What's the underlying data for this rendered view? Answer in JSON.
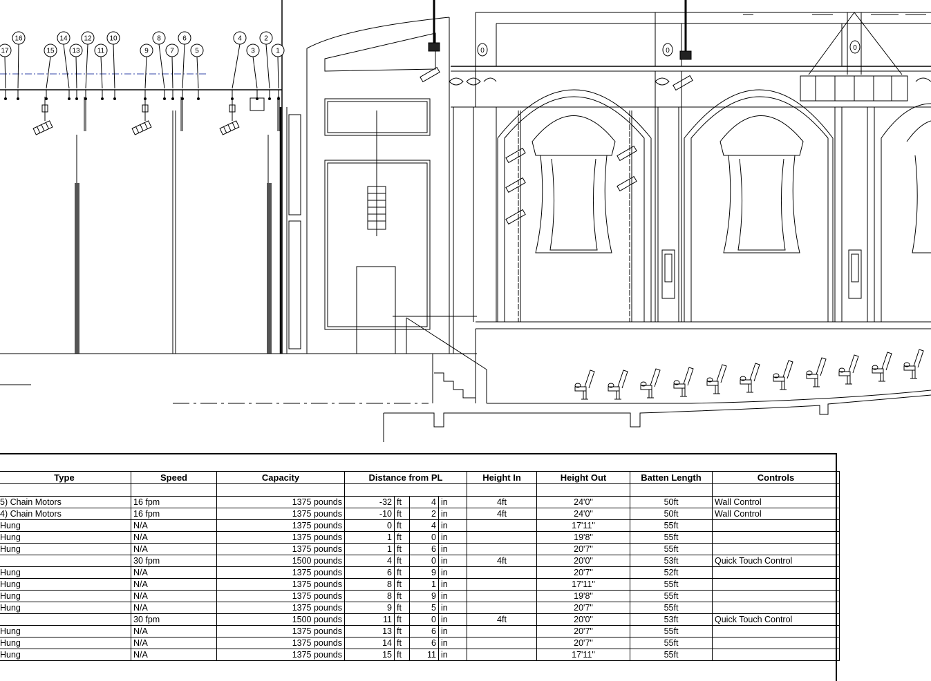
{
  "drawing": {
    "line_set_numbers": [
      "17",
      "16",
      "15",
      "14",
      "13",
      "12",
      "11",
      "10",
      "9",
      "8",
      "7",
      "6",
      "5",
      "4",
      "3",
      "2",
      "1"
    ],
    "ceiling_marks": [
      "0",
      "0",
      "0"
    ]
  },
  "schedule": {
    "columns": [
      "Type",
      "Speed",
      "Capacity",
      "Distance from PL",
      "Height In",
      "Height Out",
      "Batten Length",
      "Controls"
    ],
    "rows": [
      {
        "type": "5) Chain Motors",
        "speed": "16 fpm",
        "capacity": "1375 pounds",
        "ft_val": "-32",
        "ft_unit": "ft",
        "in_val": "4",
        "in_unit": "in",
        "height_in": "4ft",
        "height_out": "24'0\"",
        "batten": "50ft",
        "controls": "Wall Control"
      },
      {
        "type": "4) Chain Motors",
        "speed": "16 fpm",
        "capacity": "1375 pounds",
        "ft_val": "-10",
        "ft_unit": "ft",
        "in_val": "2",
        "in_unit": "in",
        "height_in": "4ft",
        "height_out": "24'0\"",
        "batten": "50ft",
        "controls": "Wall Control"
      },
      {
        "type": "Hung",
        "speed": "N/A",
        "capacity": "1375 pounds",
        "ft_val": "0",
        "ft_unit": "ft",
        "in_val": "4",
        "in_unit": "in",
        "height_in": "",
        "height_out": "17'11\"",
        "batten": "55ft",
        "controls": ""
      },
      {
        "type": "Hung",
        "speed": "N/A",
        "capacity": "1375 pounds",
        "ft_val": "1",
        "ft_unit": "ft",
        "in_val": "0",
        "in_unit": "in",
        "height_in": "",
        "height_out": "19'8\"",
        "batten": "55ft",
        "controls": ""
      },
      {
        "type": "Hung",
        "speed": "N/A",
        "capacity": "1375 pounds",
        "ft_val": "1",
        "ft_unit": "ft",
        "in_val": "6",
        "in_unit": "in",
        "height_in": "",
        "height_out": "20'7\"",
        "batten": "55ft",
        "controls": ""
      },
      {
        "type": "",
        "speed": "30 fpm",
        "capacity": "1500 pounds",
        "ft_val": "4",
        "ft_unit": "ft",
        "in_val": "0",
        "in_unit": "in",
        "height_in": "4ft",
        "height_out": "20'0\"",
        "batten": "53ft",
        "controls": "Quick Touch Control"
      },
      {
        "type": "Hung",
        "speed": "N/A",
        "capacity": "1375 pounds",
        "ft_val": "6",
        "ft_unit": "ft",
        "in_val": "9",
        "in_unit": "in",
        "height_in": "",
        "height_out": "20'7\"",
        "batten": "52ft",
        "controls": ""
      },
      {
        "type": "Hung",
        "speed": "N/A",
        "capacity": "1375 pounds",
        "ft_val": "8",
        "ft_unit": "ft",
        "in_val": "1",
        "in_unit": "in",
        "height_in": "",
        "height_out": "17'11\"",
        "batten": "55ft",
        "controls": ""
      },
      {
        "type": "Hung",
        "speed": "N/A",
        "capacity": "1375 pounds",
        "ft_val": "8",
        "ft_unit": "ft",
        "in_val": "9",
        "in_unit": "in",
        "height_in": "",
        "height_out": "19'8\"",
        "batten": "55ft",
        "controls": ""
      },
      {
        "type": "Hung",
        "speed": "N/A",
        "capacity": "1375 pounds",
        "ft_val": "9",
        "ft_unit": "ft",
        "in_val": "5",
        "in_unit": "in",
        "height_in": "",
        "height_out": "20'7\"",
        "batten": "55ft",
        "controls": ""
      },
      {
        "type": "",
        "speed": "30 fpm",
        "capacity": "1500 pounds",
        "ft_val": "11",
        "ft_unit": "ft",
        "in_val": "0",
        "in_unit": "in",
        "height_in": "4ft",
        "height_out": "20'0\"",
        "batten": "53ft",
        "controls": "Quick Touch Control"
      },
      {
        "type": "Hung",
        "speed": "N/A",
        "capacity": "1375 pounds",
        "ft_val": "13",
        "ft_unit": "ft",
        "in_val": "6",
        "in_unit": "in",
        "height_in": "",
        "height_out": "20'7\"",
        "batten": "55ft",
        "controls": ""
      },
      {
        "type": "Hung",
        "speed": "N/A",
        "capacity": "1375 pounds",
        "ft_val": "14",
        "ft_unit": "ft",
        "in_val": "6",
        "in_unit": "in",
        "height_in": "",
        "height_out": "20'7\"",
        "batten": "55ft",
        "controls": ""
      },
      {
        "type": "Hung",
        "speed": "N/A",
        "capacity": "1375 pounds",
        "ft_val": "15",
        "ft_unit": "ft",
        "in_val": "11",
        "in_unit": "in",
        "height_in": "",
        "height_out": "17'11\"",
        "batten": "55ft",
        "controls": ""
      }
    ]
  }
}
